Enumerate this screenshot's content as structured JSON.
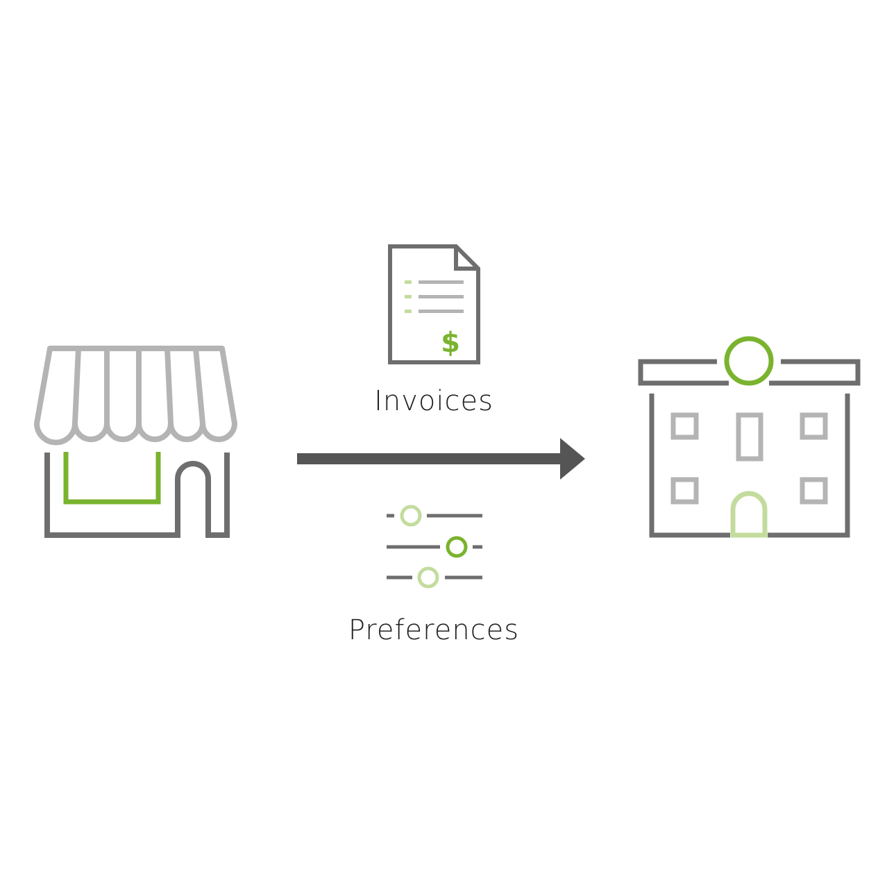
{
  "labels": {
    "invoices": "Invoices",
    "preferences": "Preferences"
  },
  "icons": {
    "left": "storefront-icon",
    "top_center": "invoice-document-icon",
    "bottom_center": "preferences-sliders-icon",
    "right": "building-icon",
    "connector": "arrow-right"
  },
  "colors": {
    "dark_gray": "#6e6e6e",
    "light_gray": "#b4b4b4",
    "arrow": "#555555",
    "green": "#7ab32e",
    "light_green": "#c3dc9e",
    "text": "#222222",
    "background": "#ffffff"
  }
}
